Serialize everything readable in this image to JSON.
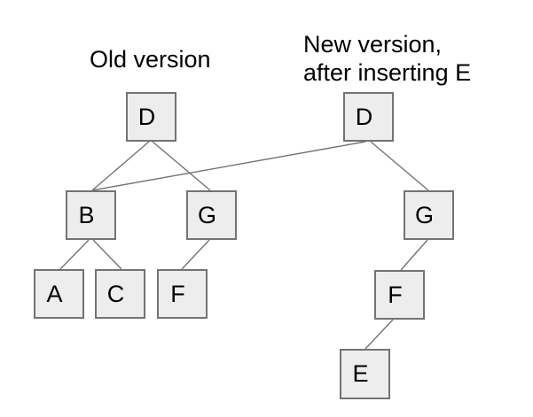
{
  "titles": {
    "old": "Old version",
    "new": "New version,\nafter inserting E"
  },
  "nodes": {
    "old_d": "D",
    "old_b": "B",
    "old_g": "G",
    "a": "A",
    "c": "C",
    "old_f": "F",
    "new_d": "D",
    "new_g": "G",
    "new_f": "F",
    "e": "E"
  },
  "edges": {
    "old_tree": [
      [
        "D",
        "B"
      ],
      [
        "D",
        "G"
      ],
      [
        "B",
        "A"
      ],
      [
        "B",
        "C"
      ],
      [
        "G",
        "F"
      ]
    ],
    "new_tree": [
      [
        "D_new",
        "B_old_shared"
      ],
      [
        "D_new",
        "G_new"
      ],
      [
        "G_new",
        "F_new"
      ],
      [
        "F_new",
        "E"
      ]
    ]
  },
  "colors": {
    "background": "#ffffff",
    "node_fill": "#ededed",
    "node_border": "#737373",
    "edge": "#737373",
    "text": "#000000"
  }
}
